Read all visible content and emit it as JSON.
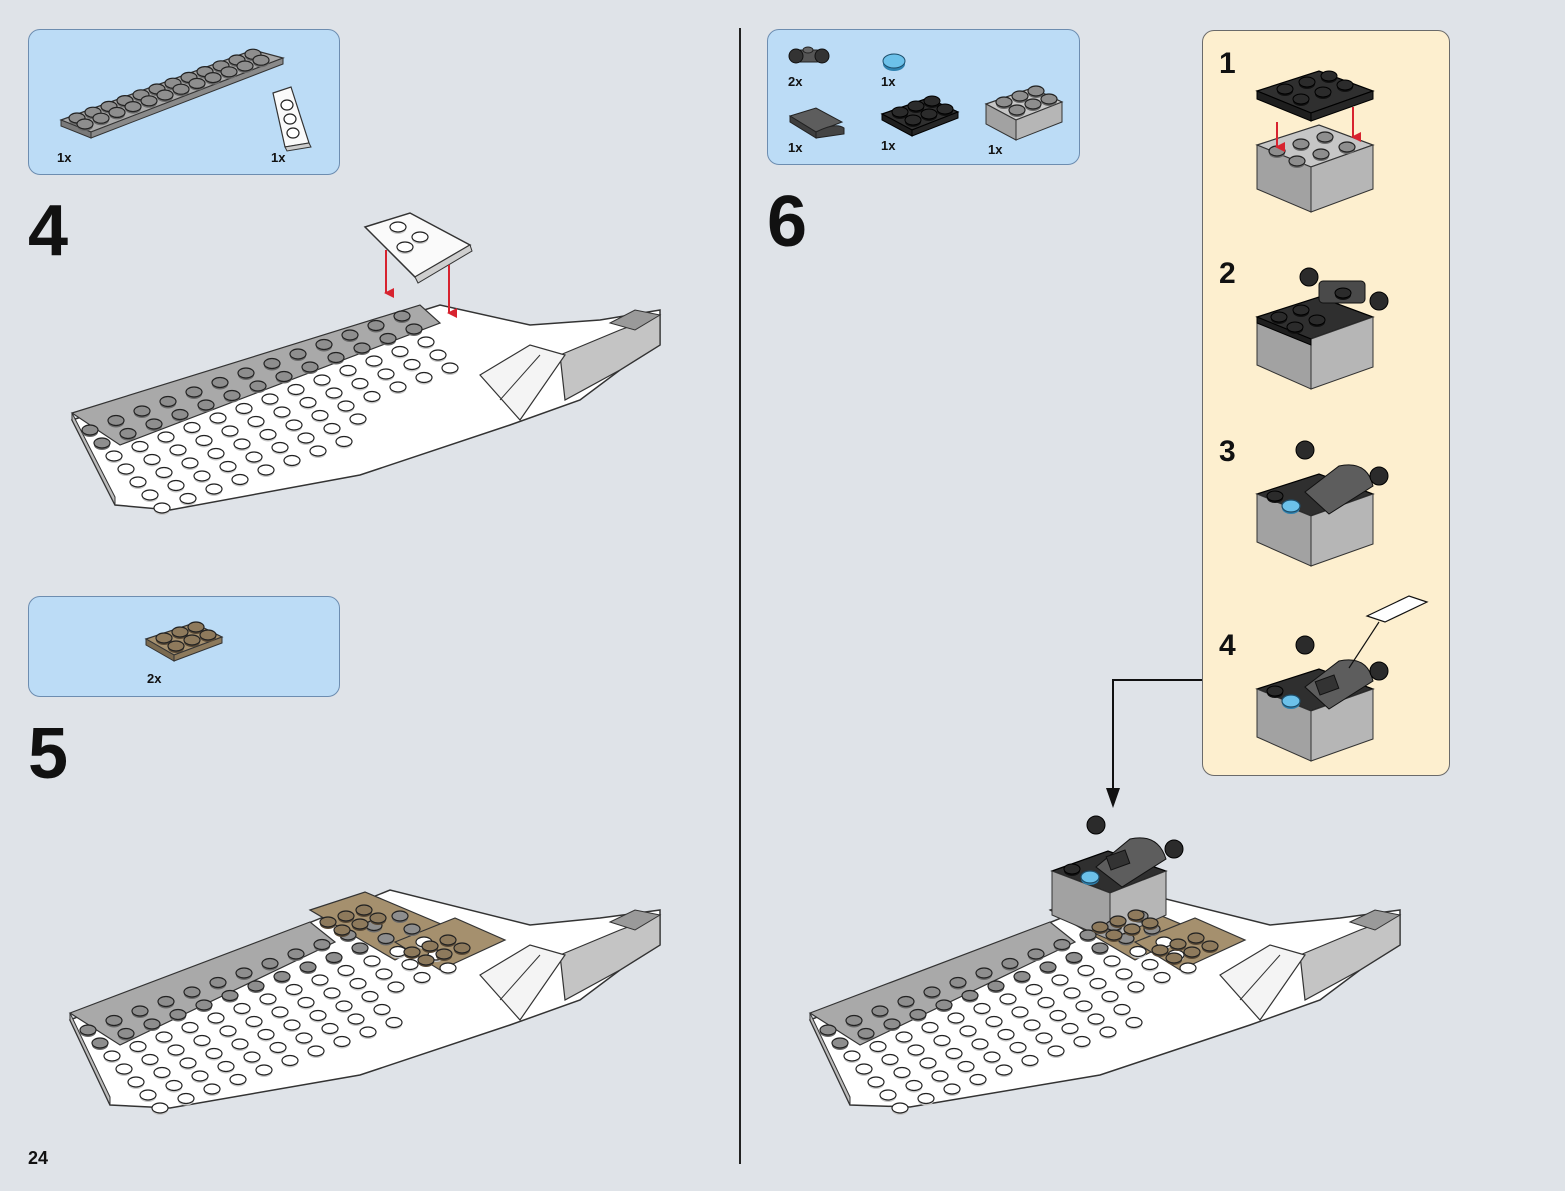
{
  "page_number": "24",
  "steps": [
    {
      "number": "4",
      "parts": [
        {
          "icon": "gray-1x12-plate-icon",
          "qty": "1x"
        },
        {
          "icon": "white-wedge-plate-icon",
          "qty": "1x"
        }
      ]
    },
    {
      "number": "5",
      "parts": [
        {
          "icon": "tan-2x3-plate-icon",
          "qty": "2x"
        }
      ]
    },
    {
      "number": "6",
      "parts": [
        {
          "icon": "dark-gray-wheel-holder-icon",
          "qty": "2x"
        },
        {
          "icon": "trans-blue-round-tile-icon",
          "qty": "1x"
        },
        {
          "icon": "dark-gray-curved-slope-icon",
          "qty": "1x"
        },
        {
          "icon": "black-2x3-plate-icon",
          "qty": "1x"
        },
        {
          "icon": "light-gray-2x3-brick-icon",
          "qty": "1x"
        }
      ],
      "substeps": [
        "1",
        "2",
        "3",
        "4"
      ]
    }
  ],
  "colors": {
    "background": "#dfe3e8",
    "parts_box": "#bcdcf6",
    "subassembly_panel": "#fdefcf",
    "arrow_red": "#d7232f"
  }
}
